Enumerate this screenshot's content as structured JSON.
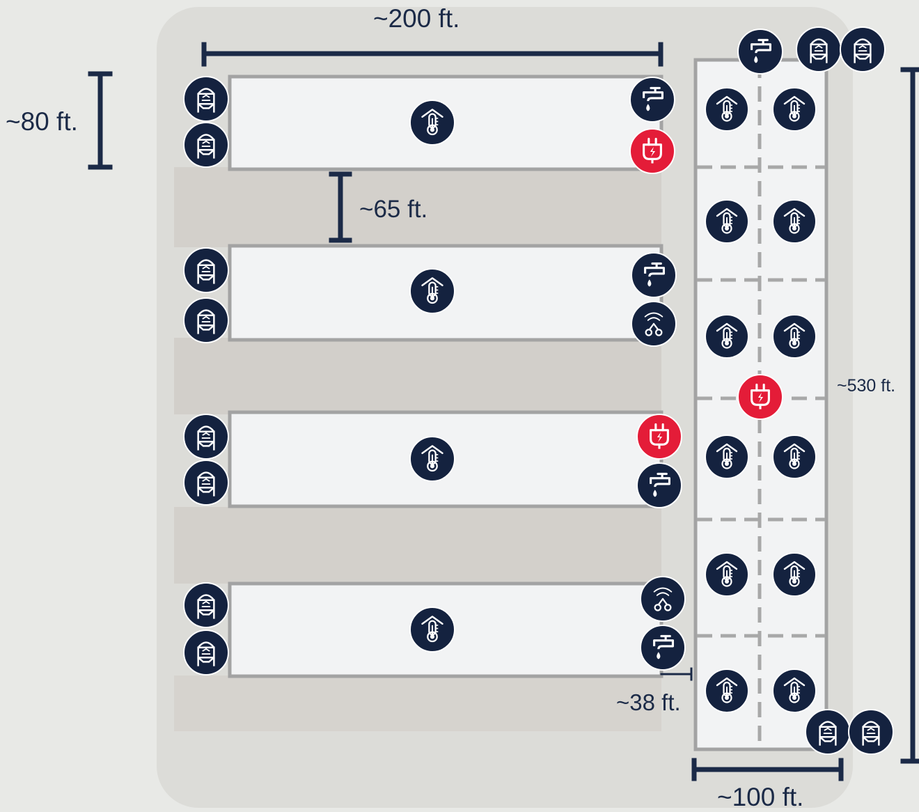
{
  "dimensions": {
    "top_width": "~200 ft.",
    "barn_height": "~80 ft.",
    "barn_spacing": "~65 ft.",
    "right_length": "~530 ft.",
    "right_width": "~100 ft.",
    "side_gap": "~38 ft."
  },
  "colors": {
    "icon_navy": "#14223f",
    "icon_red": "#e41c38",
    "dimension_line": "#1b2a47",
    "barn_outline": "#a3a3a3",
    "barn_fill": "#f2f3f4",
    "divider_dash": "#a8a8a8"
  },
  "icon_names": {
    "thermo": "thermometer-barn-icon",
    "silo": "feed-silo-icon",
    "water": "water-faucet-icon",
    "power": "power-outlet-icon",
    "wifi": "wireless-sensor-icon"
  },
  "barns": [
    {
      "name": "barn-1",
      "icons": [
        "silo",
        "silo",
        "thermo",
        "water",
        "power"
      ]
    },
    {
      "name": "barn-2",
      "icons": [
        "silo",
        "silo",
        "thermo",
        "water",
        "wifi"
      ]
    },
    {
      "name": "barn-3",
      "icons": [
        "silo",
        "silo",
        "thermo",
        "power",
        "water"
      ]
    },
    {
      "name": "barn-4",
      "icons": [
        "silo",
        "silo",
        "thermo",
        "wifi",
        "water"
      ]
    }
  ],
  "large_barn": {
    "sections": 6,
    "thermo_per_section": 2,
    "top_icons": [
      "water",
      "silo",
      "silo"
    ],
    "bottom_icons": [
      "silo",
      "silo"
    ],
    "center_icon": "power"
  }
}
